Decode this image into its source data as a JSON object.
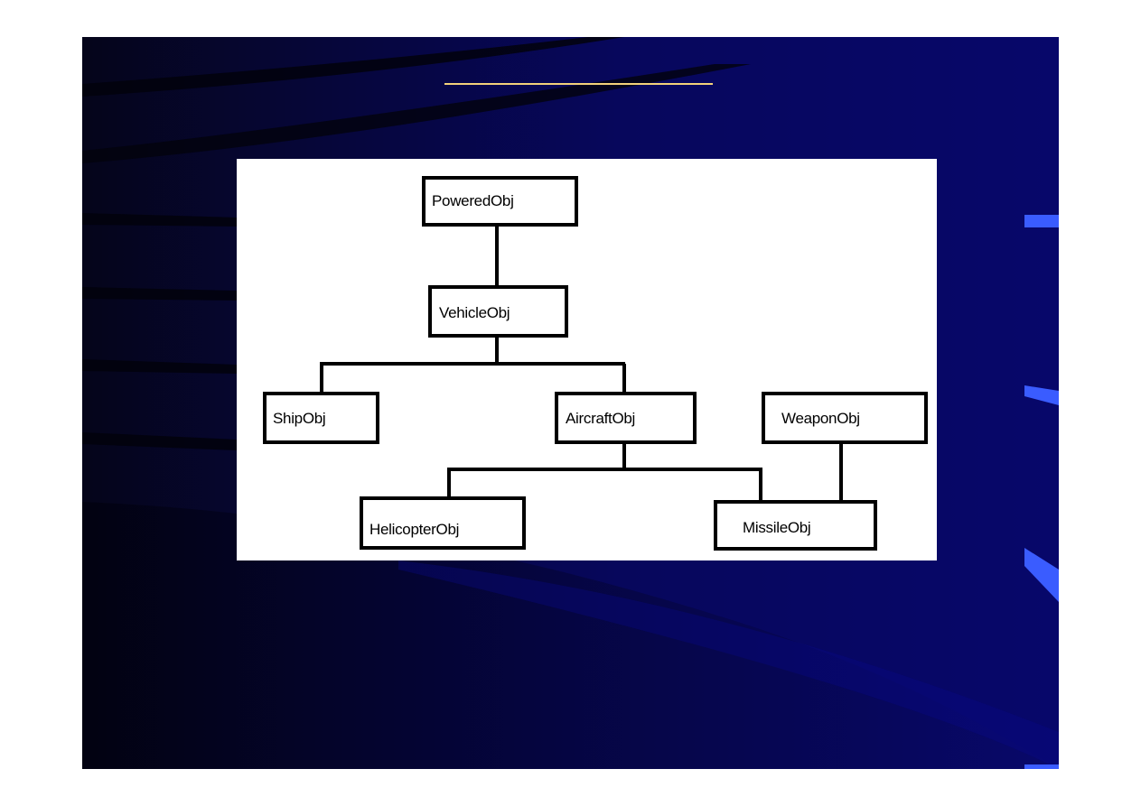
{
  "slide": {
    "colors": {
      "background_dark": "#05051a",
      "background_blue": "#07076a",
      "title_underline": "#f3d27a",
      "accent_dash": "#3a5cff",
      "panel": "#ffffff",
      "box_stroke": "#000000"
    }
  },
  "diagram": {
    "nodes": {
      "powered": "PoweredObj",
      "vehicle": "VehicleObj",
      "ship": "ShipObj",
      "aircraft": "AircraftObj",
      "weapon": "WeaponObj",
      "helicopter": "HelicopterObj",
      "missile": "MissileObj"
    },
    "edges": [
      [
        "powered",
        "vehicle"
      ],
      [
        "vehicle",
        "ship"
      ],
      [
        "vehicle",
        "aircraft"
      ],
      [
        "aircraft",
        "helicopter"
      ],
      [
        "aircraft",
        "missile"
      ],
      [
        "weapon",
        "missile"
      ]
    ]
  }
}
